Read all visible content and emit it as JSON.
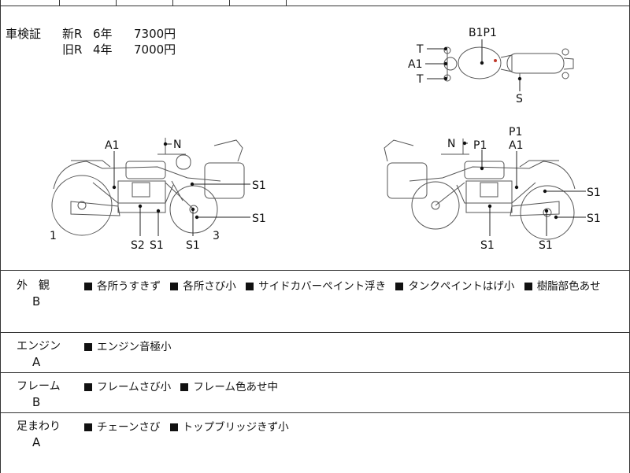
{
  "certificate": {
    "label": "車検証",
    "rows": [
      {
        "type": "新R",
        "years": "6年",
        "cost": "7300円"
      },
      {
        "type": "旧R",
        "years": "4年",
        "cost": "7000円"
      }
    ]
  },
  "diagram": {
    "top_view_labels": {
      "t_upper": "T",
      "a1": "A1",
      "t_lower": "T",
      "b1p1": "B1P1",
      "s": "S"
    },
    "left_side_labels": {
      "a1": "A1",
      "n": "N",
      "s1_upper": "S1",
      "s1_rear": "S1",
      "s2": "S2",
      "s1_mid": "S1",
      "s1_bottom": "S1",
      "num1": "1",
      "num3": "3"
    },
    "right_side_labels": {
      "n": "N",
      "p1": "P1",
      "p1_top": "P1",
      "a1": "A1",
      "s1_upper": "S1",
      "s1_rear": "S1",
      "s1_mid": "S1",
      "s1_bottom": "S1"
    }
  },
  "conditions": [
    {
      "category": "外　観",
      "grade": "B",
      "items": [
        "各所うすきず",
        "各所さび小",
        "サイドカバーペイント浮き",
        "タンクペイントはげ小",
        "樹脂部色あせ"
      ]
    },
    {
      "category": "エンジン",
      "grade": "A",
      "items": [
        "エンジン音極小"
      ]
    },
    {
      "category": "フレーム",
      "grade": "B",
      "items": [
        "フレームさび小",
        "フレーム色あせ中"
      ]
    },
    {
      "category": "足まわり",
      "grade": "A",
      "items": [
        "チェーンさび",
        "トップブリッジきず小"
      ]
    }
  ]
}
